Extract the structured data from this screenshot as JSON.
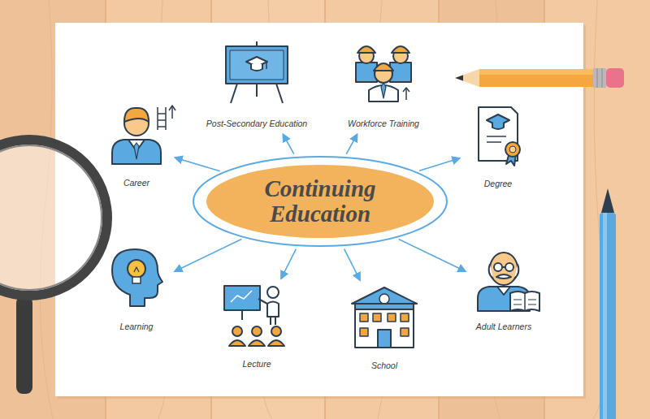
{
  "diagram": {
    "nodes": [
      {
        "text": [
          "Continuing Education"
        ]
      },
      {
        "text": [
          "Post-Secondary Education"
        ]
      },
      {
        "text": [
          "Workforce Training"
        ]
      },
      {
        "text": [
          "Career"
        ]
      },
      {
        "text": [
          "Degree"
        ]
      },
      {
        "text": [
          "Learning"
        ]
      },
      {
        "text": [
          "Adult Learners"
        ]
      },
      {
        "text": [
          "Lecture"
        ]
      },
      {
        "text": [
          "School"
        ]
      }
    ],
    "edges": [
      {
        "from": 0,
        "to": 1,
        "arrow": "to"
      },
      {
        "from": 0,
        "to": 2,
        "arrow": "to"
      },
      {
        "from": 0,
        "to": 3,
        "arrow": "to"
      },
      {
        "from": 0,
        "to": 4,
        "arrow": "to"
      },
      {
        "from": 0,
        "to": 5,
        "arrow": "to"
      },
      {
        "from": 0,
        "to": 6,
        "arrow": "to"
      },
      {
        "from": 0,
        "to": 7,
        "arrow": "to"
      },
      {
        "from": 0,
        "to": 8,
        "arrow": "to"
      }
    ]
  }
}
